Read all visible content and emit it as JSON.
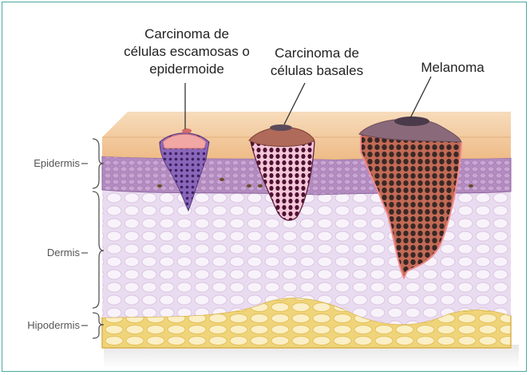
{
  "labels": {
    "squamous": "Carcinoma de\ncélulas escamosas o\nepidermoide",
    "basal": "Carcinoma de\ncélulas basales",
    "melanoma": "Melanoma"
  },
  "layers": {
    "epidermis": "Epidermis",
    "dermis": "Dermis",
    "hypodermis": "Hipodermis"
  },
  "colors": {
    "border": "#4aa8a0",
    "skin_surface": "#f2c89a",
    "epidermis": "#b98fc3",
    "dermis": "#ece0f0",
    "hypodermis": "#f3dc90",
    "squamous_tumor": "#8b63b8",
    "basal_tumor": "#7a2a55",
    "melanoma_tumor": "#4a3332"
  }
}
